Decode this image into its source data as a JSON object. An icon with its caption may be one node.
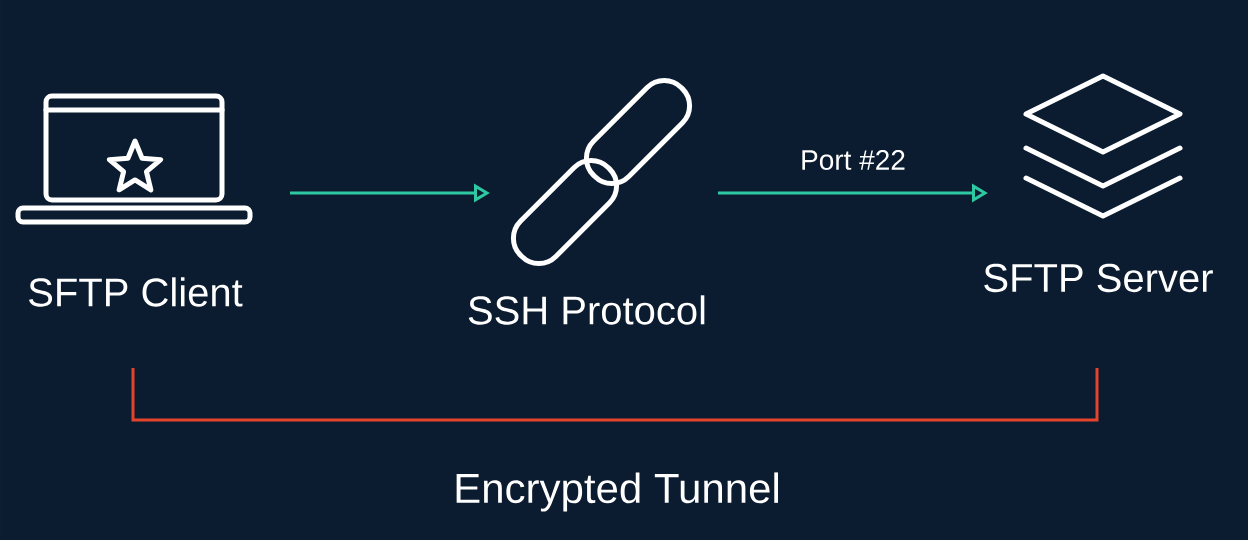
{
  "diagram": {
    "nodes": [
      {
        "text": [],
        "shape": "laptop",
        "beside": [
          "SFTP Client"
        ]
      },
      {
        "text": [],
        "shape": "link",
        "beside": [
          "SSH Protocol"
        ]
      },
      {
        "text": [],
        "shape": "layers",
        "beside": [
          "SFTP Server"
        ]
      }
    ],
    "edges": [
      {
        "from": 0,
        "to": 1,
        "arrow": "to"
      },
      {
        "from": 1,
        "to": 2,
        "arrow": "to",
        "label": "Port #22"
      }
    ],
    "labels": [
      "Encrypted Tunnel"
    ]
  }
}
